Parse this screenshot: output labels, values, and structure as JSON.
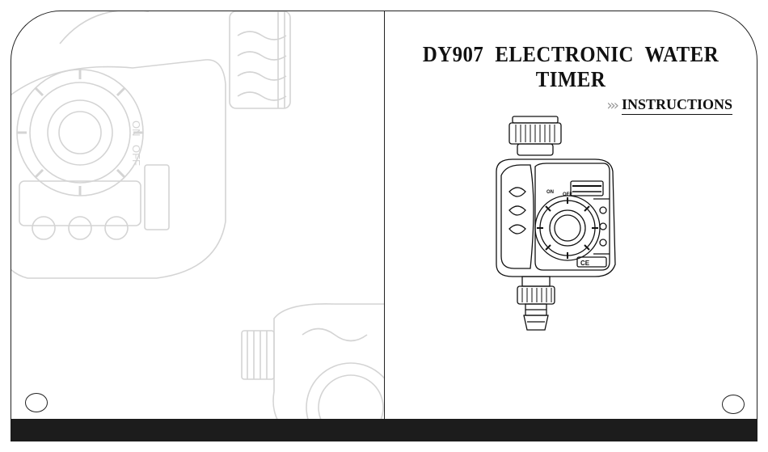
{
  "manual": {
    "title": "DY907  ELECTRONIC  WATER  TIMER",
    "subtitle": "INSTRUCTIONS",
    "chevrons": "›››"
  },
  "device_labels": {
    "on": "ON",
    "off": "OFF",
    "ce_mark": "CE"
  },
  "colors": {
    "outline": "#222222",
    "band": "#1c1c1c",
    "ghost": "#d4d4d4"
  }
}
